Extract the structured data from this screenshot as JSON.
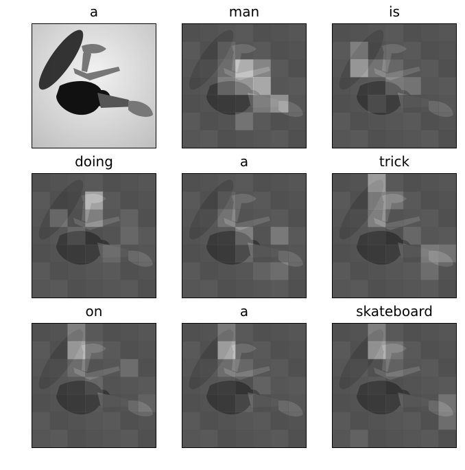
{
  "panels": [
    {
      "word": "a",
      "kind": "photo",
      "hot": []
    },
    {
      "word": "man",
      "kind": "attention",
      "hot": [
        [
          2,
          3,
          0.95
        ],
        [
          2,
          4,
          0.6
        ],
        [
          3,
          4,
          0.9
        ],
        [
          3,
          2,
          0.55
        ],
        [
          3,
          3,
          0.75
        ],
        [
          4,
          5,
          0.7
        ],
        [
          4,
          4,
          0.5
        ],
        [
          5,
          3,
          0.45
        ],
        [
          1,
          2,
          0.35
        ],
        [
          2,
          2,
          0.4
        ]
      ]
    },
    {
      "word": "is",
      "kind": "attention",
      "hot": [
        [
          2,
          1,
          0.85
        ],
        [
          1,
          1,
          0.55
        ],
        [
          2,
          2,
          0.45
        ],
        [
          3,
          3,
          0.5
        ],
        [
          3,
          4,
          0.45
        ],
        [
          4,
          2,
          0.35
        ],
        [
          2,
          3,
          0.35
        ]
      ]
    },
    {
      "word": "doing",
      "kind": "attention",
      "hot": [
        [
          1,
          3,
          0.85
        ],
        [
          2,
          3,
          0.55
        ],
        [
          2,
          1,
          0.45
        ],
        [
          3,
          2,
          0.35
        ],
        [
          3,
          5,
          0.35
        ],
        [
          2,
          5,
          0.3
        ],
        [
          4,
          4,
          0.35
        ]
      ]
    },
    {
      "word": "a",
      "kind": "attention",
      "hot": [
        [
          2,
          2,
          0.45
        ],
        [
          3,
          3,
          0.55
        ],
        [
          3,
          5,
          0.5
        ],
        [
          4,
          3,
          0.35
        ],
        [
          1,
          2,
          0.3
        ],
        [
          5,
          5,
          0.4
        ],
        [
          5,
          4,
          0.3
        ]
      ]
    },
    {
      "word": "trick",
      "kind": "attention",
      "hot": [
        [
          0,
          2,
          0.8
        ],
        [
          1,
          2,
          0.6
        ],
        [
          2,
          2,
          0.55
        ],
        [
          1,
          3,
          0.45
        ],
        [
          4,
          5,
          0.5
        ],
        [
          4,
          6,
          0.45
        ],
        [
          5,
          5,
          0.4
        ],
        [
          3,
          4,
          0.35
        ]
      ]
    },
    {
      "word": "on",
      "kind": "attention",
      "hot": [
        [
          1,
          2,
          0.85
        ],
        [
          0,
          2,
          0.55
        ],
        [
          2,
          2,
          0.4
        ],
        [
          2,
          5,
          0.4
        ],
        [
          1,
          3,
          0.35
        ],
        [
          3,
          3,
          0.35
        ],
        [
          4,
          6,
          0.3
        ]
      ]
    },
    {
      "word": "a",
      "kind": "attention",
      "hot": [
        [
          1,
          2,
          0.9
        ],
        [
          0,
          2,
          0.5
        ],
        [
          2,
          2,
          0.4
        ],
        [
          2,
          3,
          0.35
        ],
        [
          3,
          4,
          0.3
        ],
        [
          4,
          3,
          0.3
        ]
      ]
    },
    {
      "word": "skateboard",
      "kind": "attention",
      "hot": [
        [
          1,
          2,
          0.8
        ],
        [
          0,
          2,
          0.55
        ],
        [
          1,
          3,
          0.45
        ],
        [
          4,
          6,
          0.45
        ],
        [
          5,
          6,
          0.4
        ],
        [
          2,
          3,
          0.3
        ],
        [
          6,
          1,
          0.3
        ]
      ]
    }
  ]
}
